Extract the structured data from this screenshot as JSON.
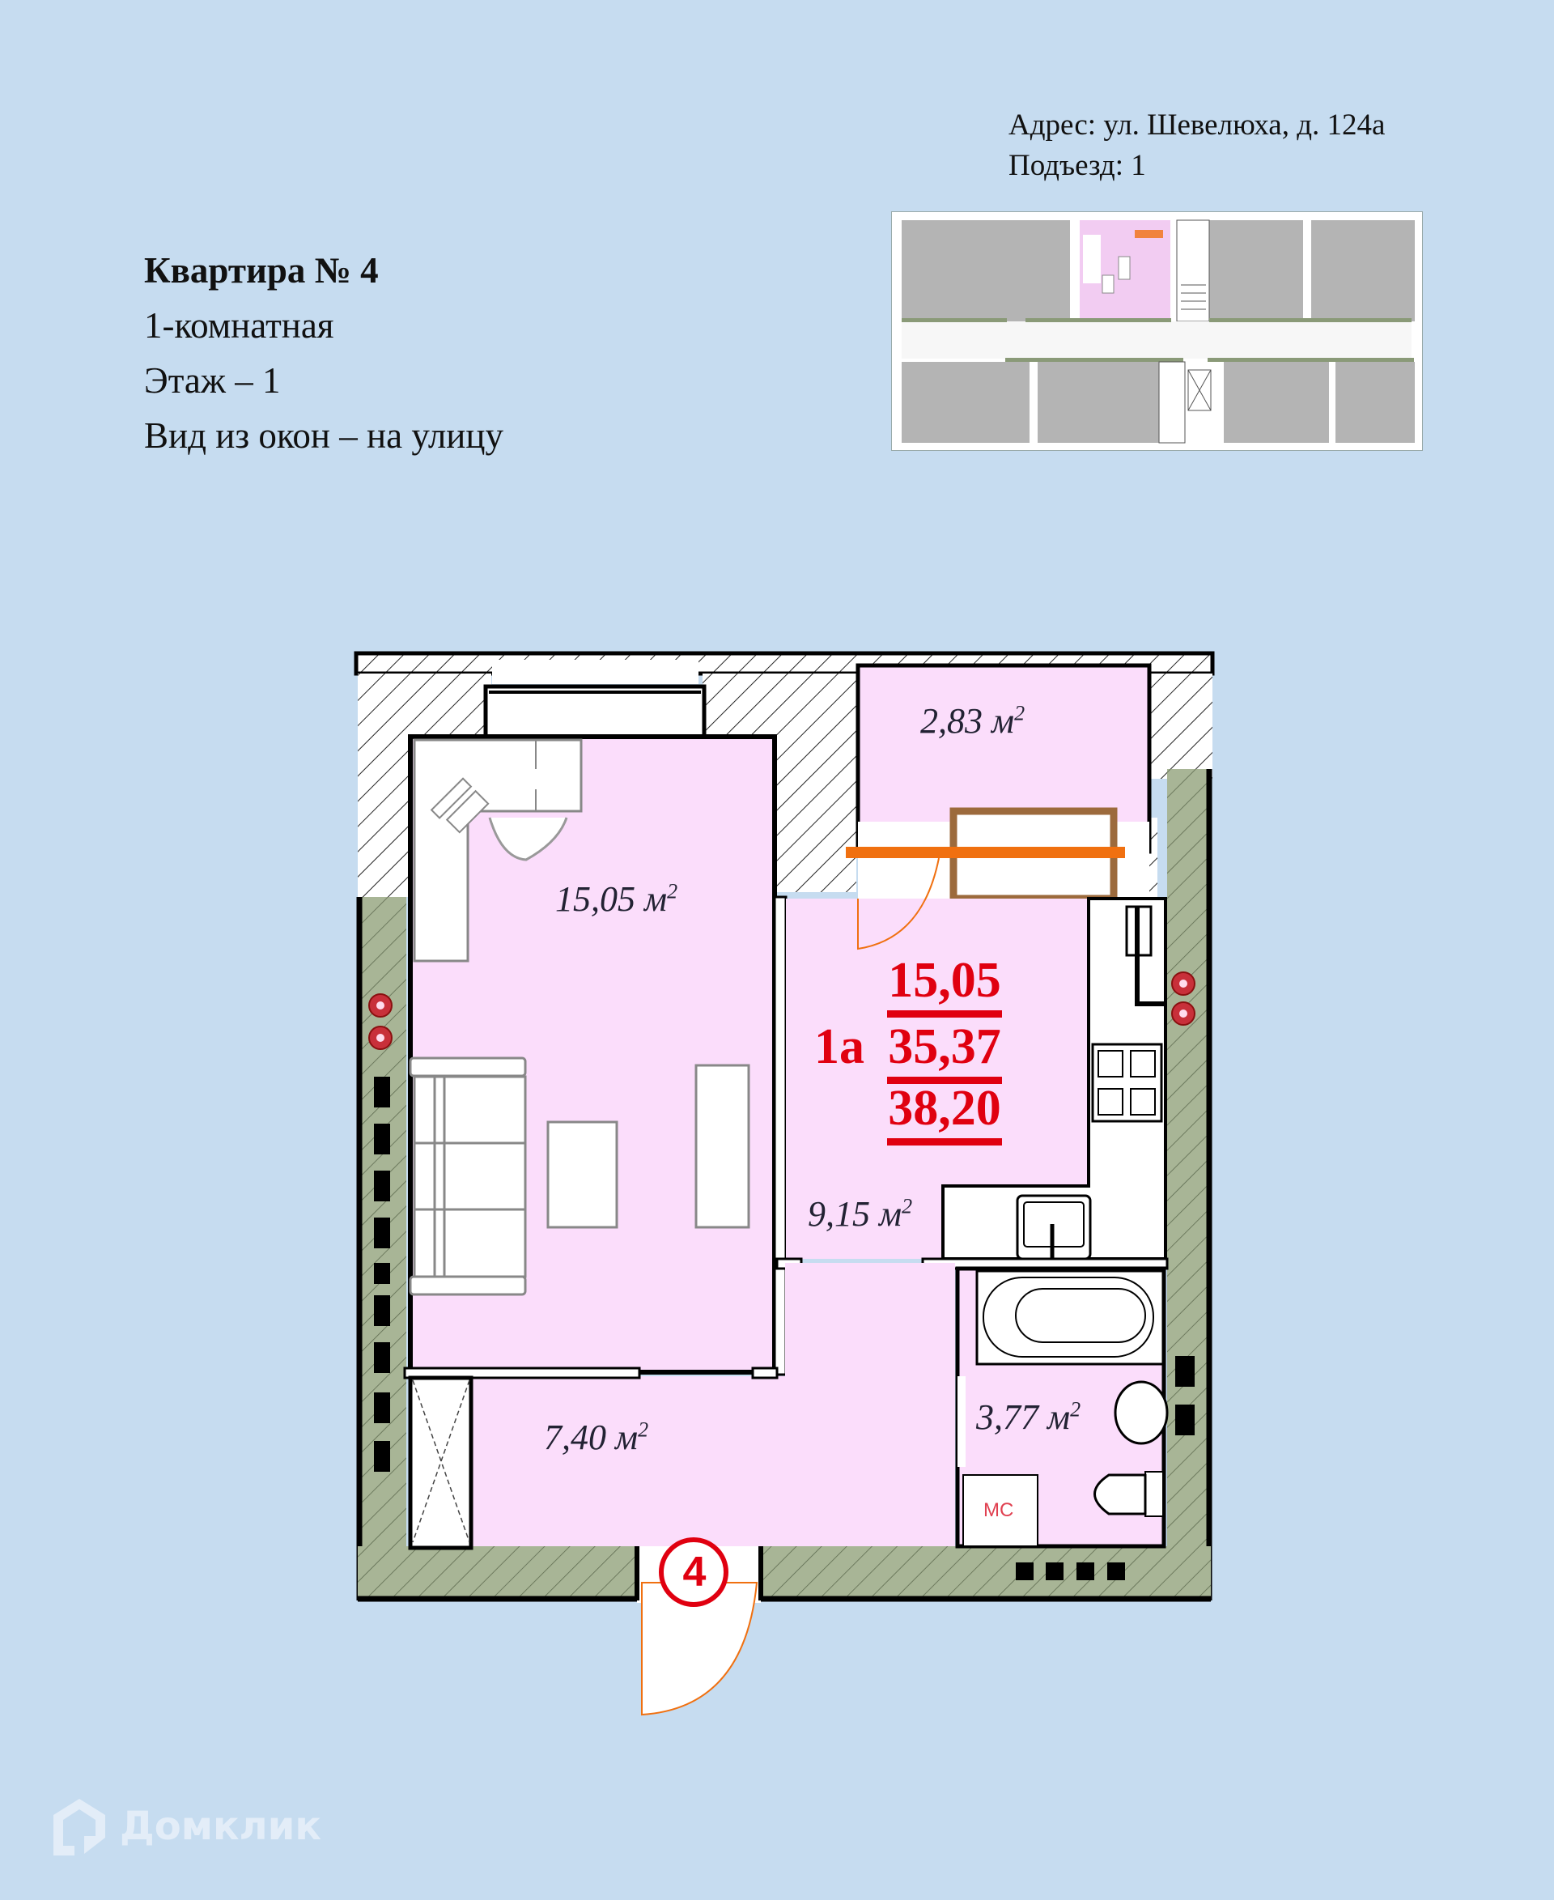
{
  "header": {
    "apartment_title": "Квартира № 4",
    "rooms": "1-комнатная",
    "floor": "Этаж – 1",
    "view": "Вид из окон – на улицу"
  },
  "address": {
    "line1": "Адрес: ул. Шевелюха, д. 124а",
    "line2": "Подъезд: 1"
  },
  "rooms": {
    "living": {
      "area": "15,05",
      "unit": "м",
      "sup": "2"
    },
    "balcony": {
      "area": "2,83",
      "unit": "м",
      "sup": "2"
    },
    "kitchen": {
      "area": "9,15",
      "unit": "м",
      "sup": "2"
    },
    "hall": {
      "area": "7,40",
      "unit": "м",
      "sup": "2"
    },
    "bathroom": {
      "area": "3,77",
      "unit": "м",
      "sup": "2"
    }
  },
  "summary": {
    "type_code": "1а",
    "living_area": "15,05",
    "total_area": "35,37",
    "total_with_balcony": "38,20"
  },
  "apartment_number_badge": "4",
  "washer_label": "МС",
  "watermark": "Домклик",
  "colors": {
    "background": "#C6DCF0",
    "room_fill": "#FBDDFB",
    "outer_wall": "#A8B596",
    "accent_red": "#E00010",
    "door_orange": "#F07010",
    "wardrobe_brown": "#9C6A3C"
  }
}
